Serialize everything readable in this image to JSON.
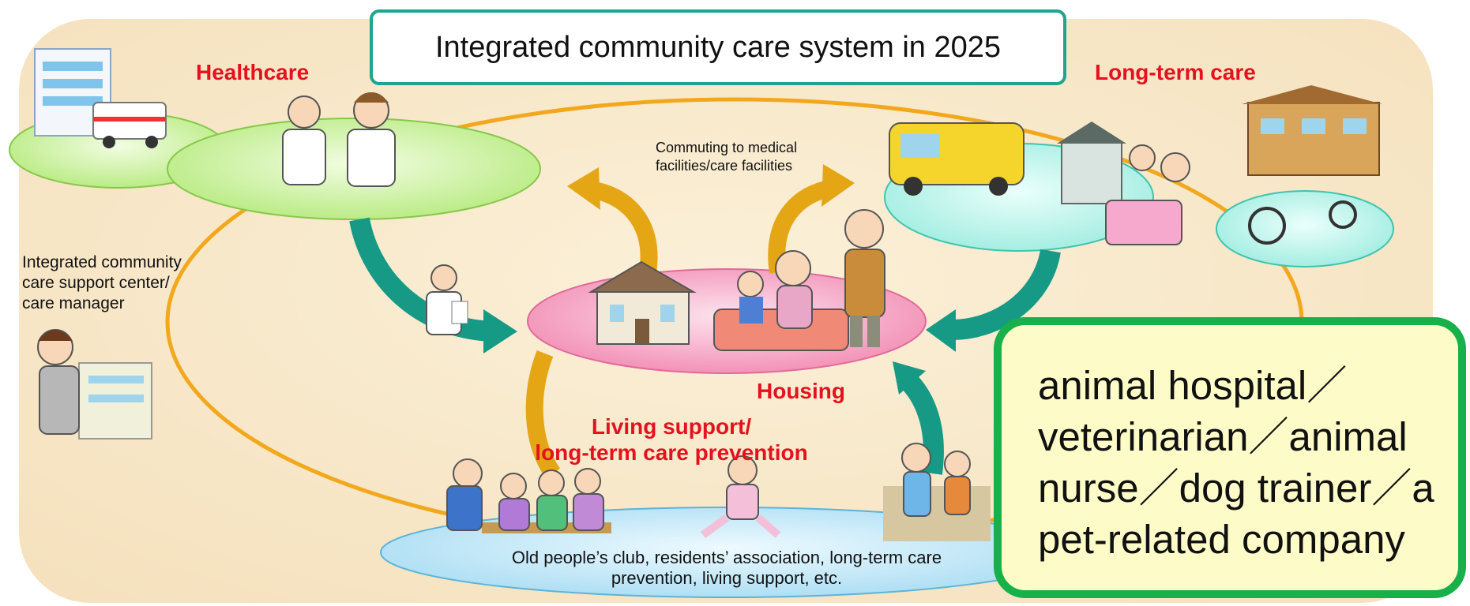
{
  "title": "Integrated community care system in 2025",
  "nodes": {
    "healthcare": "Healthcare",
    "long_term_care": "Long-term care",
    "housing": "Housing",
    "living_support": [
      "Living support/",
      "long-term care prevention"
    ],
    "support_center": [
      "Integrated community",
      "care support center/",
      "care manager"
    ],
    "commuting": [
      "Commuting to medical",
      "facilities/care facilities"
    ],
    "community_groups": [
      "Old people’s club, residents’ association, long-term care",
      "prevention, living support, etc."
    ]
  },
  "overlay_box": {
    "lines": [
      "animal hospital／",
      "veterinarian／animal",
      "nurse／dog trainer／a",
      "pet-related company"
    ]
  },
  "colors": {
    "ring": "#f2a81d",
    "healthcare_ellipse": "#c9f2a0",
    "care_ellipse": "#b9f3ea",
    "housing_ellipse": "#f7a8c6",
    "community_ellipse": "#bde6f8",
    "teal_arrow": "#169a86",
    "gold_arrow": "#e4a615",
    "label_red": "#e3121e",
    "overlay_border": "#17b04a",
    "overlay_fill": "#fdfcc8"
  }
}
